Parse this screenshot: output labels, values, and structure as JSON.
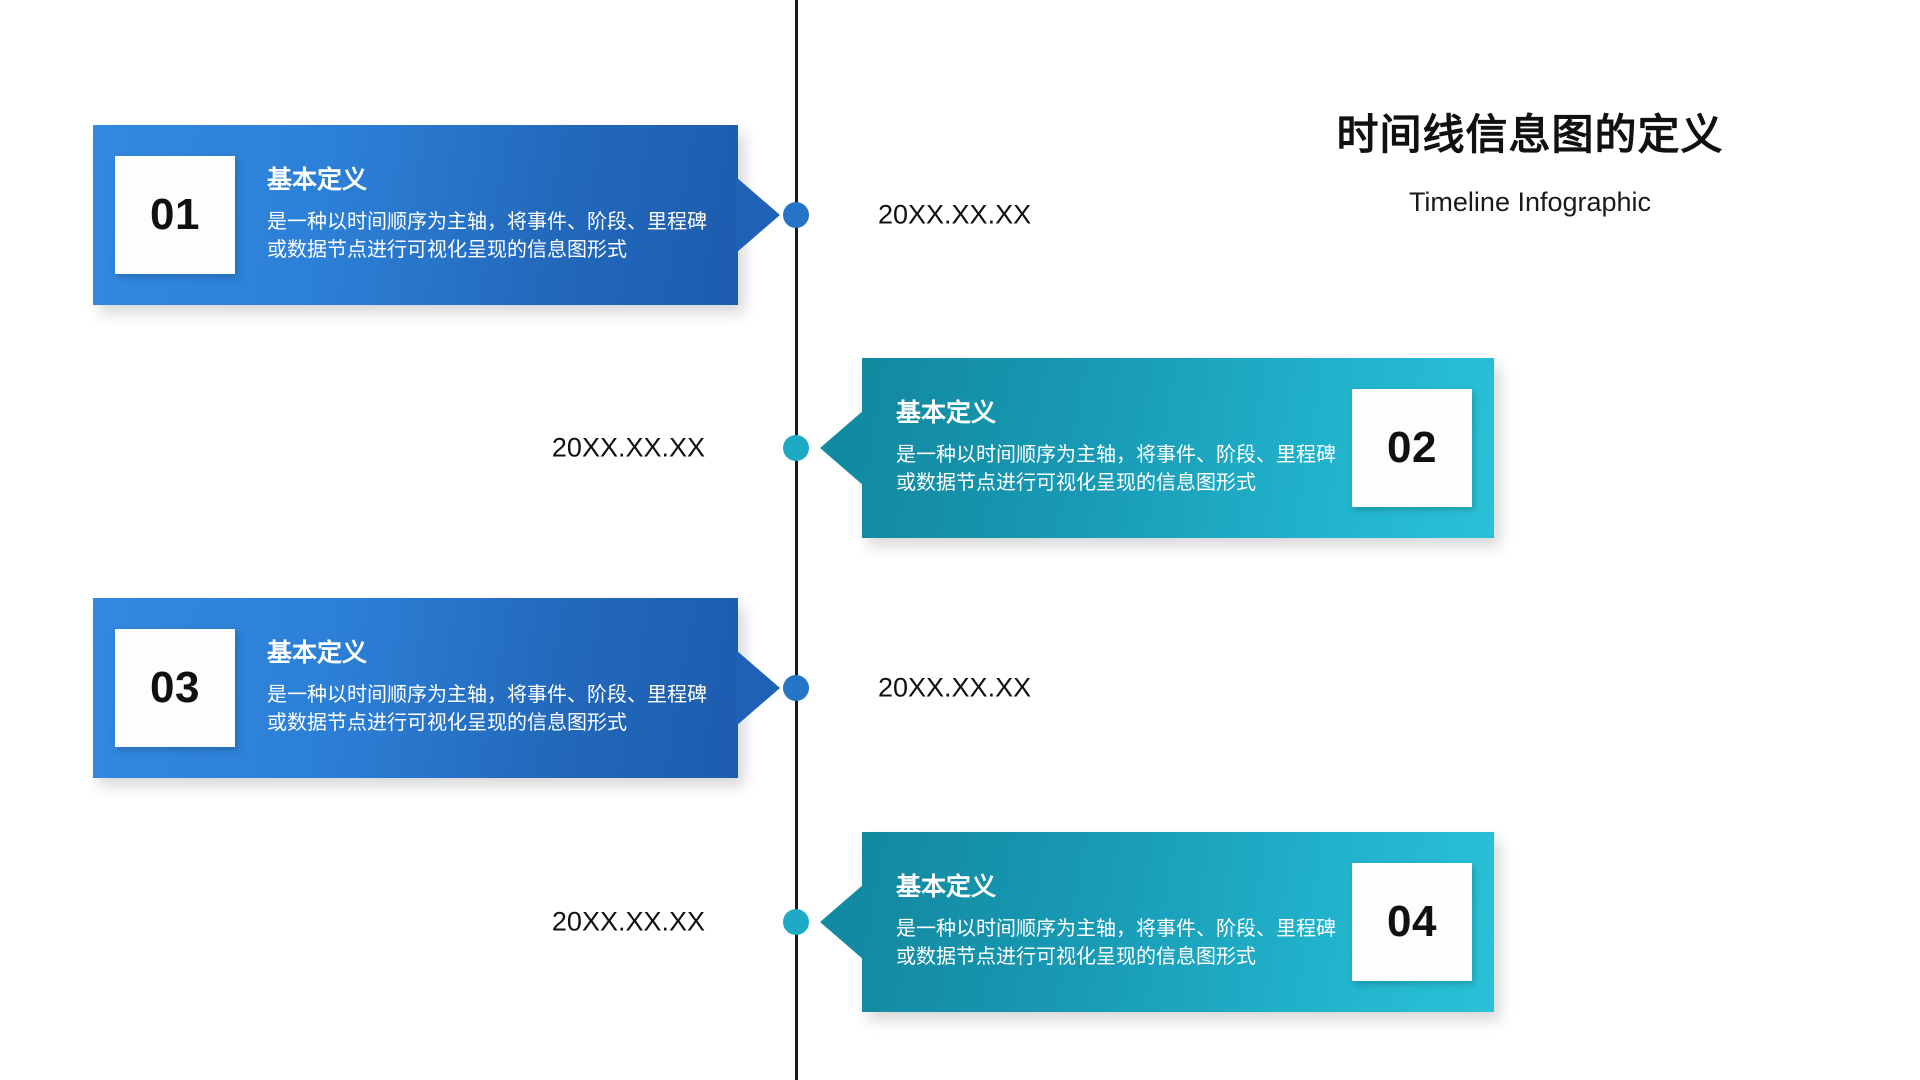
{
  "header": {
    "title": "时间线信息图的定义",
    "subtitle": "Timeline Infographic"
  },
  "timeline": {
    "axis_color": "#1a1a1a",
    "items": [
      {
        "number": "01",
        "heading": "基本定义",
        "body": "是一种以时间顺序为主轴，将事件、阶段、里程碑或数据节点进行可视化呈现的信息图形式",
        "date": "20XX.XX.XX",
        "side": "left",
        "accent": "#2574c8",
        "gradient_from": "#3289df",
        "gradient_to": "#1d5cae"
      },
      {
        "number": "02",
        "heading": "基本定义",
        "body": "是一种以时间顺序为主轴，将事件、阶段、里程碑或数据节点进行可视化呈现的信息图形式",
        "date": "20XX.XX.XX",
        "side": "right",
        "accent": "#1ea9c4",
        "gradient_from": "#12899f",
        "gradient_to": "#2ac2d8"
      },
      {
        "number": "03",
        "heading": "基本定义",
        "body": "是一种以时间顺序为主轴，将事件、阶段、里程碑或数据节点进行可视化呈现的信息图形式",
        "date": "20XX.XX.XX",
        "side": "left",
        "accent": "#2574c8",
        "gradient_from": "#3289df",
        "gradient_to": "#1d5cae"
      },
      {
        "number": "04",
        "heading": "基本定义",
        "body": "是一种以时间顺序为主轴，将事件、阶段、里程碑或数据节点进行可视化呈现的信息图形式",
        "date": "20XX.XX.XX",
        "side": "right",
        "accent": "#1ea9c4",
        "gradient_from": "#12899f",
        "gradient_to": "#2ac2d8"
      }
    ]
  }
}
